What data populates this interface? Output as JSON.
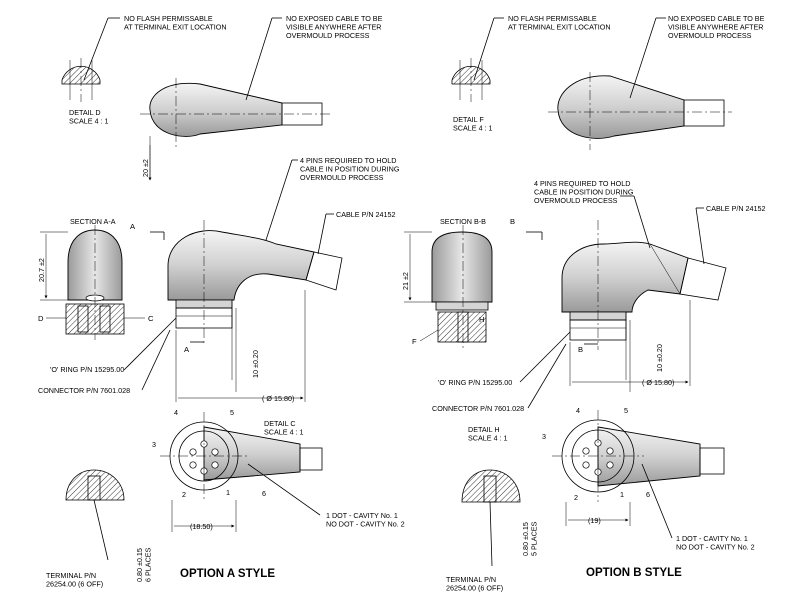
{
  "notes": {
    "no_flash": "NO FLASH PERMISSABLE\nAT TERMINAL EXIT LOCATION",
    "no_cable": "NO EXPOSED CABLE TO BE\nVISIBLE ANYWHERE AFTER\nOVERMOULD PROCESS",
    "four_pins": "4 PINS REQUIRED TO HOLD\nCABLE IN POSITION DURING\nOVERMOULD PROCESS",
    "cable_pn": "CABLE P/N 24152",
    "oring_pn": "'O' RING P/N 15295.00",
    "connector_pn": "CONNECTOR P/N 7601.028",
    "dot_note": "1 DOT - CAVITY No. 1\nNO DOT - CAVITY No. 2",
    "terminal_pn": "TERMINAL P/N\n26254.00 (6 OFF)"
  },
  "option_a": {
    "detail_d": "DETAIL D\nSCALE 4 : 1",
    "section": "SECTION A-A",
    "section_letter": "A",
    "label_d": "D",
    "label_c": "C",
    "detail_c": "DETAIL C\nSCALE 4 : 1",
    "dim_height": "20 ±2",
    "dim_section": "20.7 ±2",
    "dim_ring": "10 ±0.20",
    "dim_dia": "( Ø 15.80)",
    "dim_width": "(18.50)",
    "dim_term": "0.80 ±0.15\n6 PLACES",
    "pins": [
      "1",
      "2",
      "3",
      "4",
      "5",
      "6"
    ],
    "title": "OPTION A STYLE"
  },
  "option_b": {
    "detail_f": "DETAIL F\nSCALE 4 : 1",
    "section": "SECTION B-B",
    "section_letter": "B",
    "label_f": "F",
    "label_h": "H",
    "detail_h": "DETAIL H\nSCALE 4 : 1",
    "dim_height": "21 ±2",
    "dim_ring": "10 ±0.20",
    "dim_dia": "( Ø 15.80)",
    "dim_width": "(19)",
    "dim_term": "0.80 ±0.15\n5 PLACES",
    "pins": [
      "1",
      "2",
      "3",
      "4",
      "5",
      "6"
    ],
    "title": "OPTION B STYLE"
  }
}
